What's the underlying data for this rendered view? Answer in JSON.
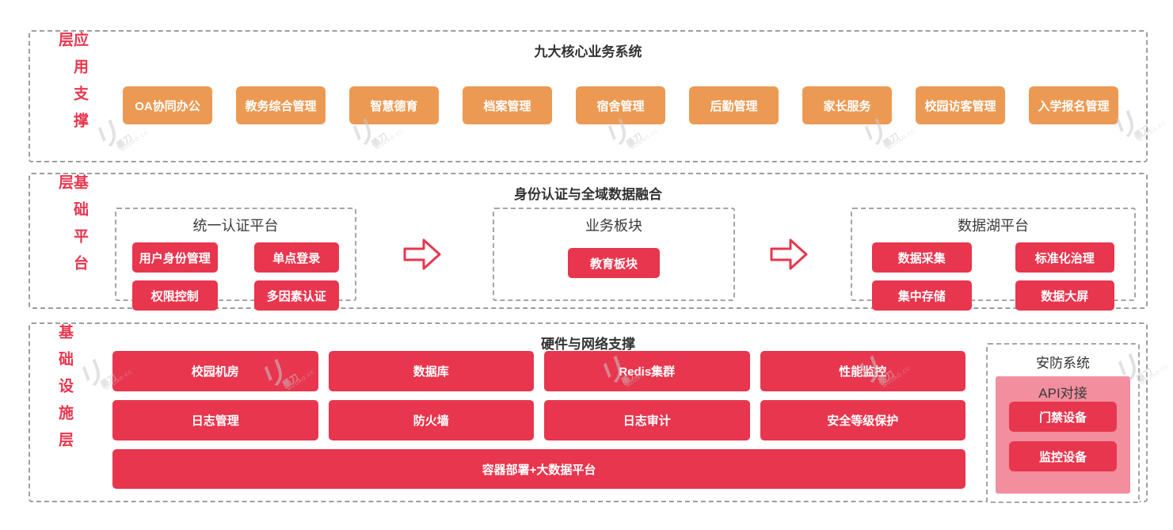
{
  "app_layer": {
    "label": "应用支撑层",
    "title": "九大核心业务系统",
    "apps": [
      "OA协同办公",
      "教务综合管理",
      "智慧德育",
      "档案管理",
      "宿舍管理",
      "后勤管理",
      "家长服务",
      "校园访客管理",
      "入学报名管理"
    ]
  },
  "platform_layer": {
    "label": "基础平台层",
    "title": "身份认证与全域数据融合",
    "auth": {
      "title": "统一认证平台",
      "items": [
        "用户身份管理",
        "单点登录",
        "权限控制",
        "多因素认证"
      ]
    },
    "business": {
      "title": "业务板块",
      "items": [
        "教育板块"
      ]
    },
    "datalake": {
      "title": "数据湖平台",
      "items": [
        "数据采集",
        "标准化治理",
        "集中存储",
        "数据大屏"
      ]
    }
  },
  "infra_layer": {
    "label": "基础设施层",
    "title": "硬件与网络支撑",
    "grid": [
      "校园机房",
      "数据库",
      "Redis集群",
      "性能监控",
      "日志管理",
      "防火墙",
      "日志审计",
      "安全等级保护"
    ],
    "wide": "容器部署+大数据平台",
    "security": {
      "title": "安防系统",
      "subtitle": "API对接",
      "items": [
        "门禁设备",
        "监控设备"
      ]
    }
  },
  "watermark": {
    "glyph": "リ",
    "brand": "墨刀",
    "domain": "MODAO.CC"
  },
  "colors": {
    "red": "#E8364E",
    "orange": "#EC9A53",
    "pink": "#F28E9D",
    "dashed_border": "#9D9D9D",
    "title_text": "#333333",
    "button_text": "#FFFFFF"
  }
}
